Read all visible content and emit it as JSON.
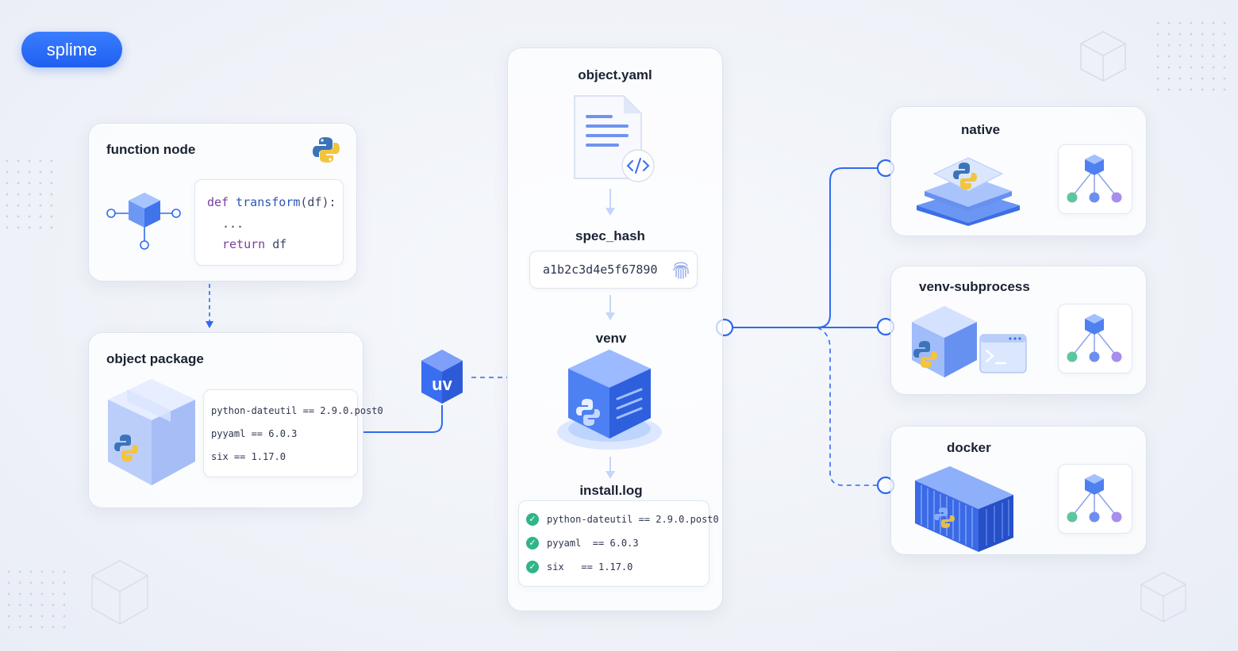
{
  "brand": {
    "label": "splime"
  },
  "function_node": {
    "title": "function node",
    "code": {
      "kw_def": "def",
      "name": "transform",
      "args": "(df):",
      "ellipsis": "...",
      "kw_return": "return",
      "ret_val": "df"
    }
  },
  "object_package": {
    "title": "object package",
    "packages": [
      "python-dateutil == 2.9.0.post0",
      "pyyaml == 6.0.3",
      "six == 1.17.0"
    ]
  },
  "uv": {
    "label": "uv"
  },
  "center": {
    "yaml_title": "object.yaml",
    "hash_title": "spec_hash",
    "hash_value": "a1b2c3d4e5f67890",
    "venv_title": "venv",
    "log_title": "install.log",
    "log_lines": [
      "python-dateutil == 2.9.0.post0",
      "pyyaml  == 6.0.3",
      "six   == 1.17.0"
    ]
  },
  "targets": {
    "native": {
      "title": "native"
    },
    "venv_subprocess": {
      "title": "venv-subprocess"
    },
    "docker": {
      "title": "docker"
    }
  },
  "colors": {
    "accent": "#2f6bf0",
    "check": "#2fb58a",
    "node_green": "#5dc6a0",
    "node_blue": "#6e8ff0",
    "node_purple": "#a98cf0"
  }
}
